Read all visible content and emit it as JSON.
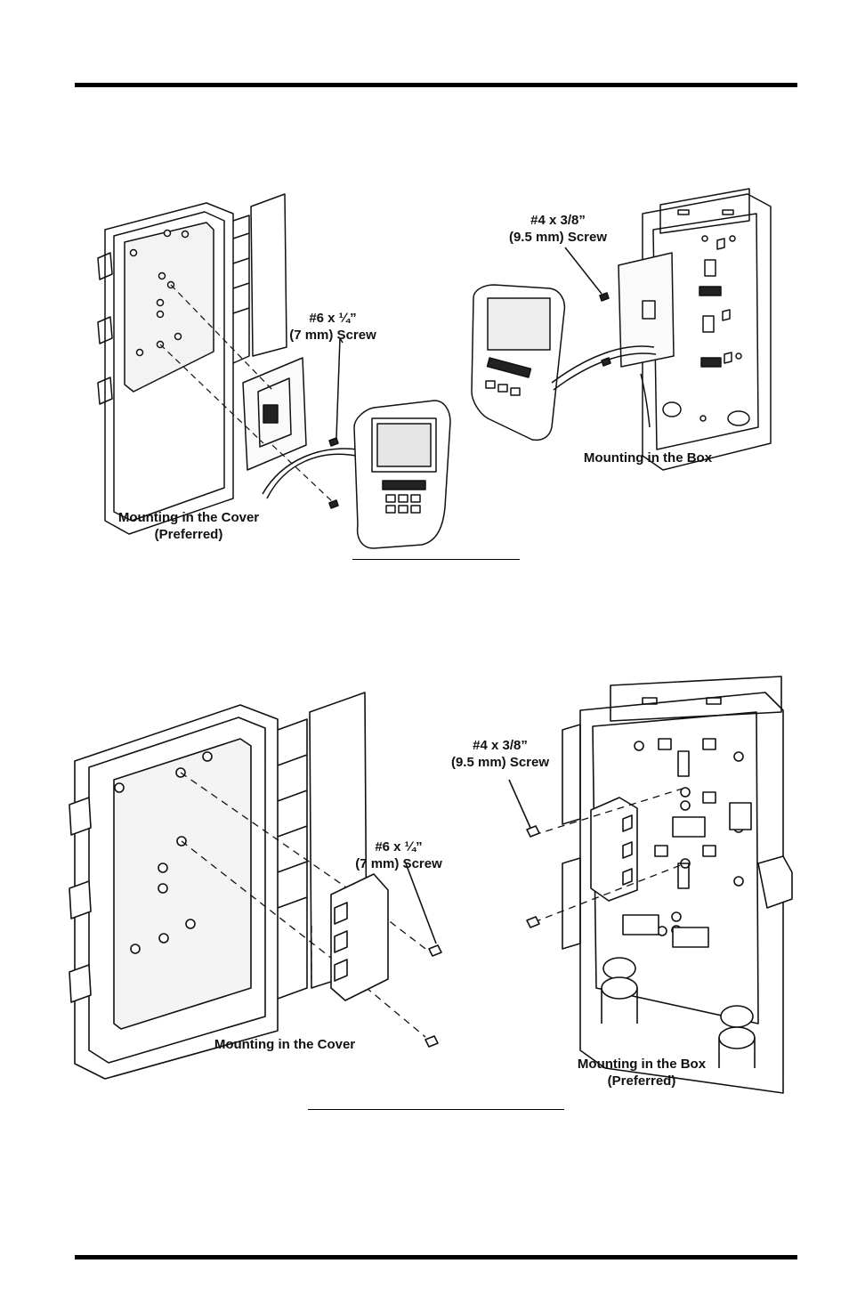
{
  "figure1": {
    "screw_box": {
      "line1": "#4 x 3/8”",
      "line2": "(9.5 mm) Screw"
    },
    "screw_cover": {
      "line1": "#6 x ¼”",
      "line2": "(7 mm) Screw"
    },
    "caption_cover": {
      "line1": "Mounting in the Cover",
      "line2": "(Preferred)"
    },
    "caption_box": {
      "line1": "Mounting in the Box"
    }
  },
  "figure2": {
    "screw_box": {
      "line1": "#4 x 3/8”",
      "line2": "(9.5 mm) Screw"
    },
    "screw_cover": {
      "line1": "#6 x ¼”",
      "line2": "(7 mm) Screw"
    },
    "caption_cover": {
      "line1": "Mounting in the Cover"
    },
    "caption_box": {
      "line1": "Mounting in the Box",
      "line2": "(Preferred)"
    }
  }
}
